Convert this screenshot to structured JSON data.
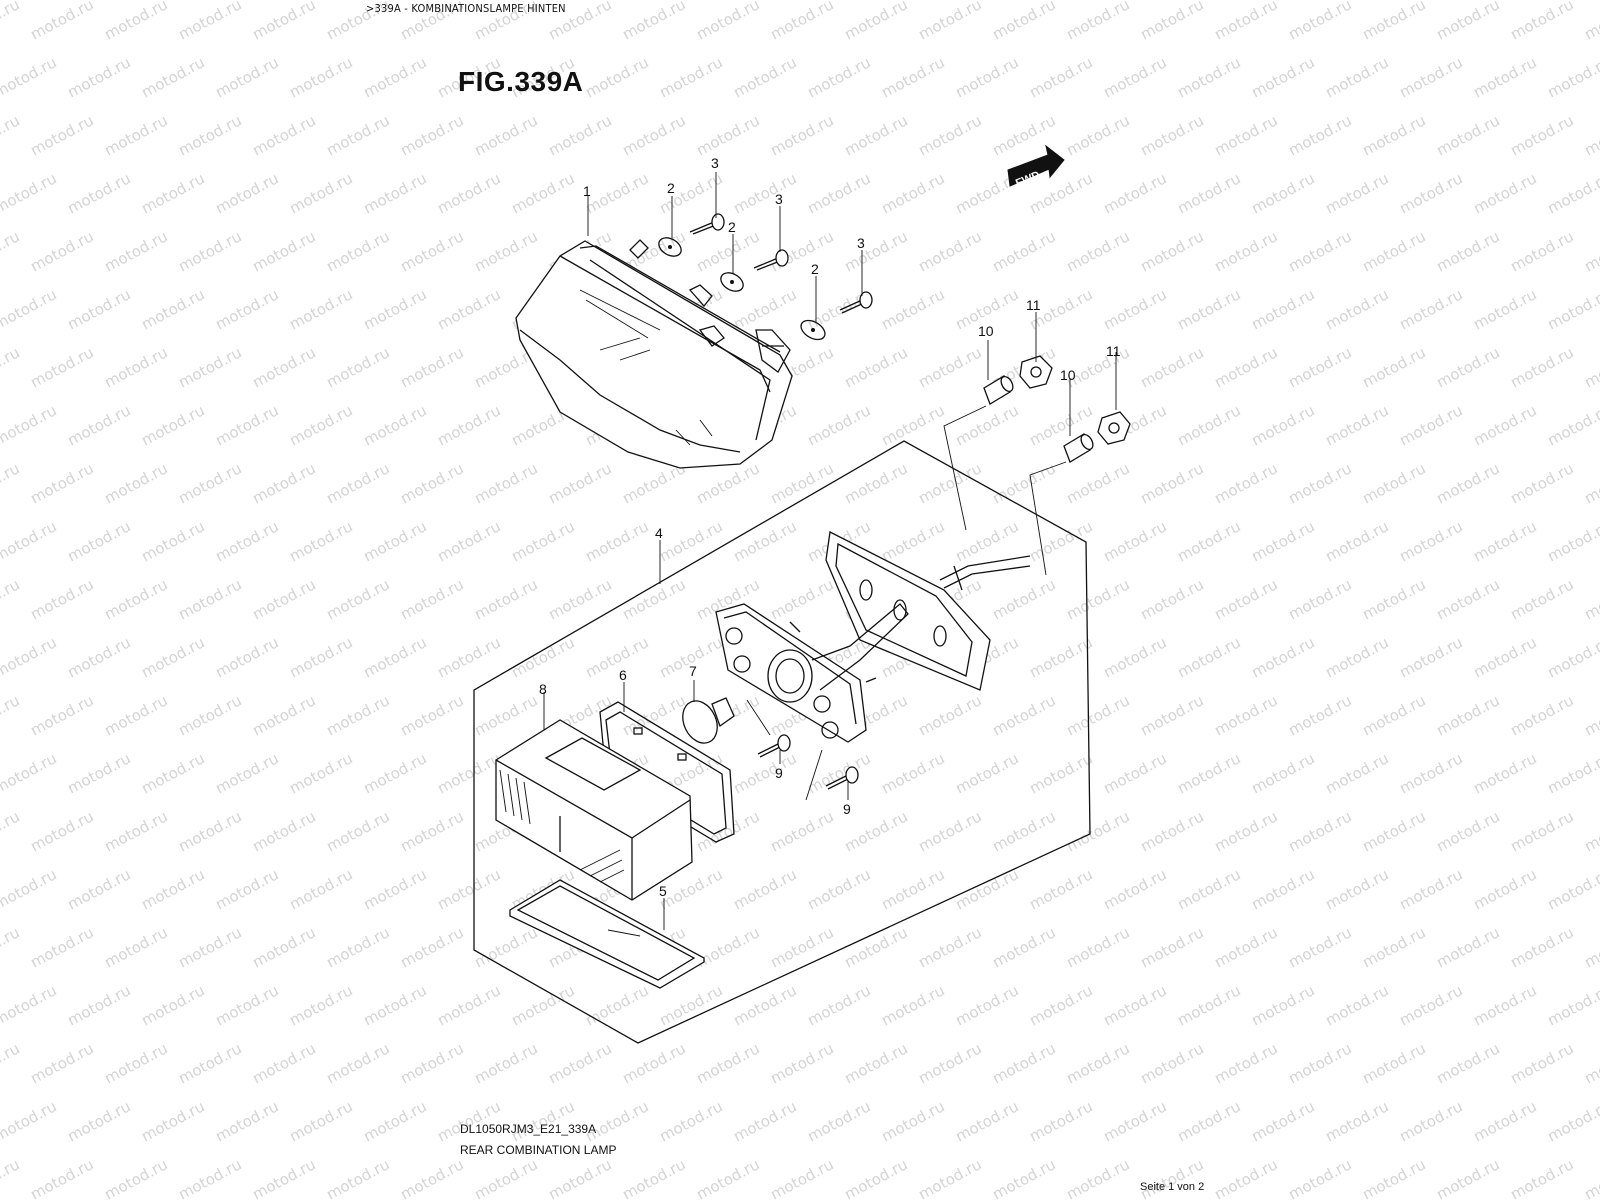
{
  "header": {
    "breadcrumb": ">339A - KOMBINATIONSLAMPE HINTEN",
    "figure_title": "FIG.339A"
  },
  "watermark": {
    "text": "motod.ru",
    "color": "#d4d4d4"
  },
  "direction_indicator": {
    "label": "FWD"
  },
  "callouts": [
    {
      "id": "callout-1",
      "number": "1",
      "part": "rear-combination-lamp-assembly"
    },
    {
      "id": "callout-2a",
      "number": "2",
      "part": "washer"
    },
    {
      "id": "callout-2b",
      "number": "2",
      "part": "washer"
    },
    {
      "id": "callout-2c",
      "number": "2",
      "part": "washer"
    },
    {
      "id": "callout-3a",
      "number": "3",
      "part": "screw"
    },
    {
      "id": "callout-3b",
      "number": "3",
      "part": "screw"
    },
    {
      "id": "callout-3c",
      "number": "3",
      "part": "screw"
    },
    {
      "id": "callout-4",
      "number": "4",
      "part": "license-lamp-assembly"
    },
    {
      "id": "callout-5",
      "number": "5",
      "part": "reflector"
    },
    {
      "id": "callout-6",
      "number": "6",
      "part": "gasket"
    },
    {
      "id": "callout-7",
      "number": "7",
      "part": "bulb"
    },
    {
      "id": "callout-8",
      "number": "8",
      "part": "lens"
    },
    {
      "id": "callout-9a",
      "number": "9",
      "part": "screw"
    },
    {
      "id": "callout-9b",
      "number": "9",
      "part": "screw"
    },
    {
      "id": "callout-10a",
      "number": "10",
      "part": "spacer"
    },
    {
      "id": "callout-10b",
      "number": "10",
      "part": "spacer"
    },
    {
      "id": "callout-11a",
      "number": "11",
      "part": "nut"
    },
    {
      "id": "callout-11b",
      "number": "11",
      "part": "nut"
    }
  ],
  "footer": {
    "model_code": "DL1050RJM3_E21_339A",
    "model_description": "REAR COMBINATION LAMP",
    "page_indicator": "Seite 1 von 2"
  }
}
